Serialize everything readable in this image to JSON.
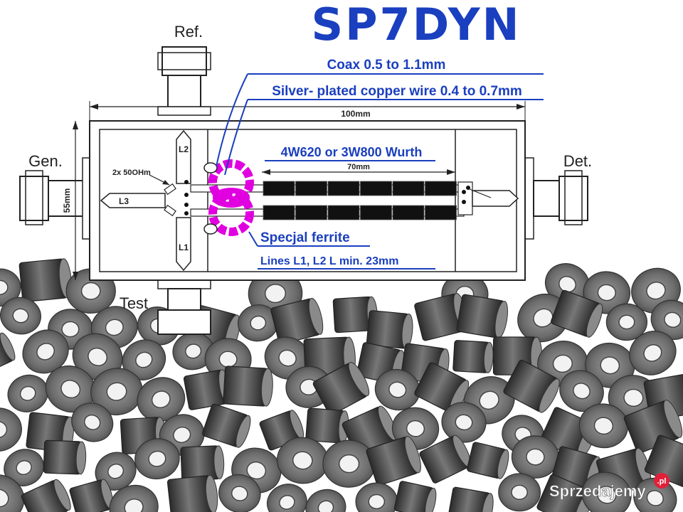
{
  "title": "SP7DYN",
  "ports": {
    "ref": "Ref.",
    "gen": "Gen.",
    "det": "Det.",
    "test": "Test"
  },
  "dimensions": {
    "width": "100mm",
    "height": "55mm",
    "ferrite_length": "70mm"
  },
  "labels": {
    "coax": "Coax 0.5 to 1.1mm",
    "wire": "Silver- plated copper wire 0.4 to 0.7mm",
    "ferrite_type": "4W620 or 3W800 Wurth",
    "resistors": "2x 50OHm",
    "special_ferrite": "Specjal ferrite",
    "lines": "Lines L1, L2 L min. 23mm",
    "l1": "L1",
    "l2": "L2",
    "l3": "L3"
  },
  "watermark": "Sprzedajemy",
  "watermark_suffix": ".pl",
  "colors": {
    "title": "#1a3fbf",
    "labels": "#1a3fbf",
    "magenta": "#e000e0",
    "ferrite": "#111111",
    "line": "#222222"
  }
}
